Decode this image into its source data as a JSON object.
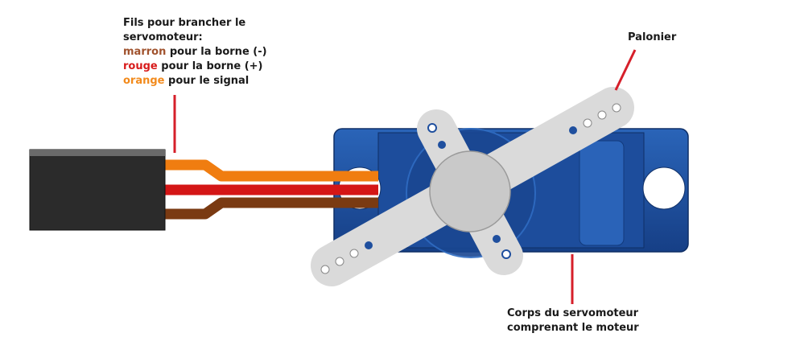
{
  "wires_label": {
    "line1": "Fils pour brancher le",
    "line2": "servomoteur:",
    "brown_word": "marron",
    "brown_rest": " pour la borne (-)",
    "red_word": "rouge",
    "red_rest": " pour la borne (+)",
    "orange_word": "orange",
    "orange_rest": " pour le signal"
  },
  "horn_label": "Palonier",
  "body_label": {
    "line1": "Corps du servomoteur",
    "line2": "comprenant le moteur"
  },
  "colors": {
    "wire_brown": "#7a3a12",
    "wire_red": "#d41616",
    "wire_orange": "#f07d10",
    "leader_line": "#d61f2a",
    "servo_body": "#1f4f9e",
    "horn": "#dcdcdc"
  }
}
